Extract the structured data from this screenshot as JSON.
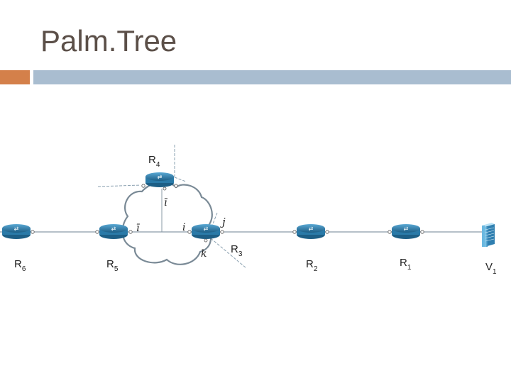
{
  "slide": {
    "title": "Palm.Tree"
  },
  "colors": {
    "title_text": "#5b4f48",
    "accent_orange": "#d4804a",
    "accent_blue": "#a9bdd0",
    "router_body": "#2a7aa8",
    "link_line": "#8a9aa6",
    "cloud_stroke": "#7a8a96"
  },
  "diagram": {
    "routers": [
      {
        "base": "R",
        "sub": "6"
      },
      {
        "base": "R",
        "sub": "5"
      },
      {
        "base": "R",
        "sub": "4"
      },
      {
        "base": "R",
        "sub": "3"
      },
      {
        "base": "R",
        "sub": "2"
      },
      {
        "base": "R",
        "sub": "1"
      }
    ],
    "server": {
      "base": "V",
      "sub": "1",
      "icon": "server-icon"
    },
    "interface_labels": {
      "r4_ibar": "ī",
      "r5_ibar": "ī",
      "r3_i": "i",
      "r3_j": "j",
      "r3_k": "k"
    }
  }
}
